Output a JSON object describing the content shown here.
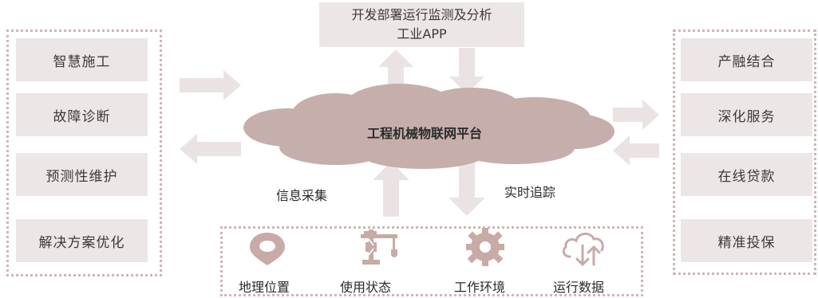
{
  "top_box": {
    "line1": "开发部署运行监测及分析",
    "line2": "工业APP"
  },
  "cloud": {
    "label": "工程机械物联网平台"
  },
  "left_panel": {
    "items": [
      "智慧施工",
      "故障诊断",
      "预测性维护",
      "解决方案优化"
    ]
  },
  "right_panel": {
    "items": [
      "产融结合",
      "深化服务",
      "在线贷款",
      "精准投保"
    ]
  },
  "flow_labels": {
    "collect": "信息采集",
    "track": "实时追踪"
  },
  "bottom_panel": {
    "items": [
      {
        "label": "地理位置",
        "icon": "location-pin-icon"
      },
      {
        "label": "使用状态",
        "icon": "crane-icon"
      },
      {
        "label": "工作环境",
        "icon": "gear-icon"
      },
      {
        "label": "运行数据",
        "icon": "cloud-transfer-icon"
      }
    ]
  },
  "colors": {
    "box_fill": "#ede6e6",
    "frame_dots": "#cdb6b4",
    "arrow_fill": "#ebe3e3",
    "cloud_fill": "#c6aeab",
    "icon_fill": "#c8aaa7"
  }
}
